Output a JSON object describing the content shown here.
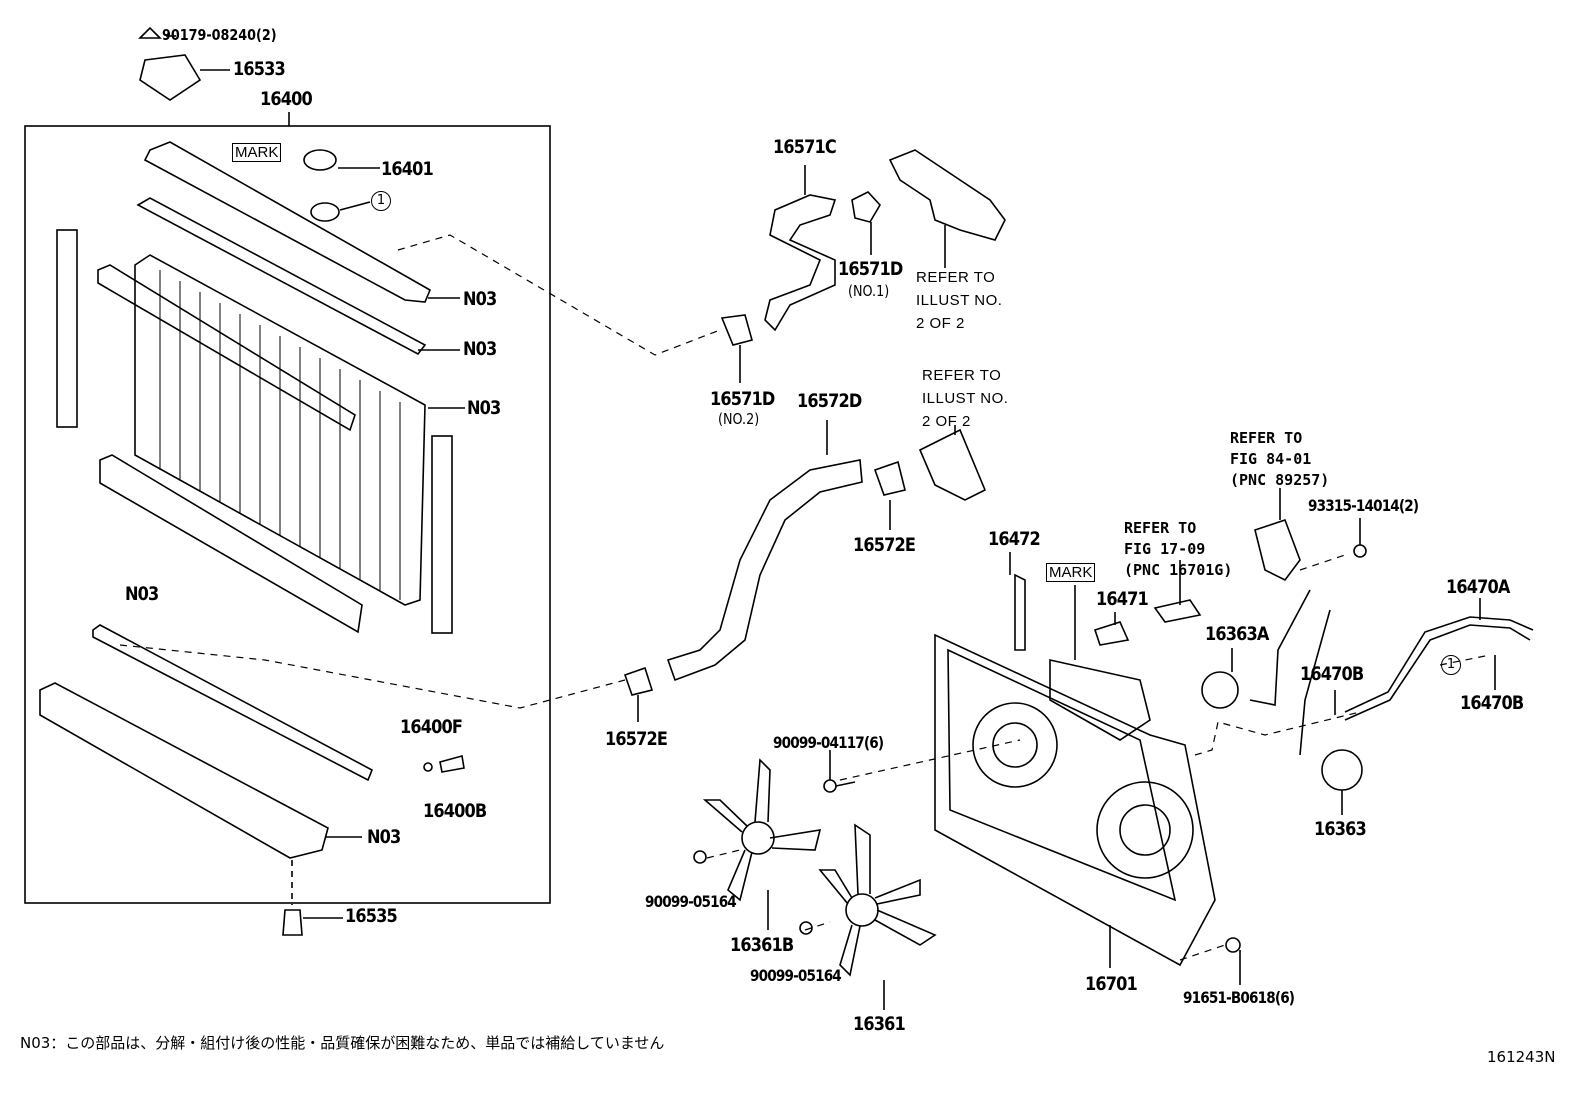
{
  "labels": [
    "90179-08240(2)",
    "16533",
    "16400",
    "MARK",
    "16401",
    "1",
    "N03",
    "N03",
    "N03",
    "N03",
    "16400F",
    "16400B",
    "N03",
    "16535",
    "16571C",
    "16571D",
    "(NO.1)",
    "REFER TO\nILLUST NO.\n2 OF 2",
    "16571D",
    "(NO.2)",
    "16572D",
    "REFER TO\nILLUST NO.\n2 OF 2",
    "16572E",
    "16572E",
    "REFER TO\nFIG 84-01\n(PNC 89257)",
    "93315-14014(2)",
    "REFER TO\nFIG 17-09\n(PNC 16701G)",
    "16472",
    "MARK",
    "16471",
    "16363A",
    "16470A",
    "16470B",
    "1",
    "16470B",
    "90099-04117(6)",
    "16363",
    "90099-05164",
    "16361B",
    "90099-05164",
    "16701",
    "91651-B0618(6)",
    "16361"
  ],
  "footnote": "N03：この部品は、分解・組付け後の性能・品質確保が困難なため、単品では補給していません",
  "figure_id": "161243N"
}
